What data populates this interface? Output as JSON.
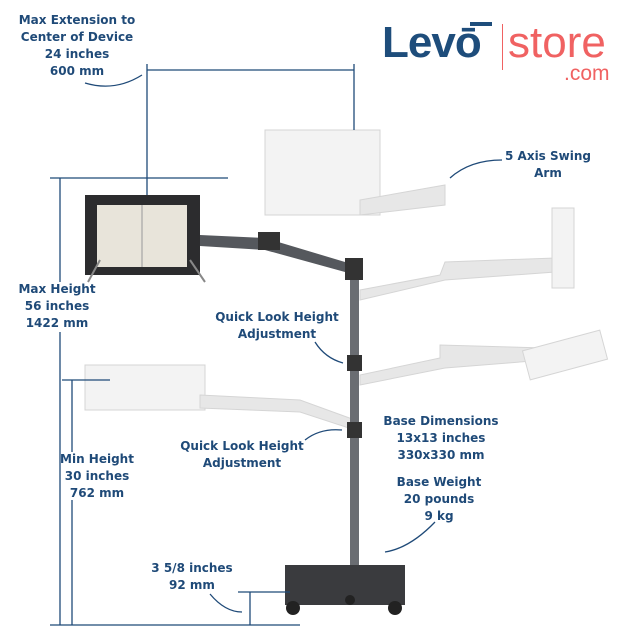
{
  "logo": {
    "brand": "Levō",
    "domain": "store",
    "tld": ".com",
    "colors": {
      "brand": "#1e4d7b",
      "accent": "#f06262"
    }
  },
  "label_color": "#1f4a78",
  "labels": {
    "max_extension": [
      "Max Extension to",
      "Center of Device",
      "24 inches",
      "600 mm"
    ],
    "swing_arm": [
      "5 Axis Swing",
      "Arm"
    ],
    "max_height": [
      "Max Height",
      "56 inches",
      "1422 mm"
    ],
    "quick_look_upper": [
      "Quick Look Height",
      "Adjustment"
    ],
    "quick_look_lower": [
      "Quick Look Height",
      "Adjustment"
    ],
    "base_dimensions": [
      "Base Dimensions",
      "13x13 inches",
      "330x330 mm"
    ],
    "base_weight": [
      "Base Weight",
      "20 pounds",
      "9 kg"
    ],
    "min_height": [
      "Min Height",
      "30 inches",
      "762 mm"
    ],
    "base_clearance": [
      "3 5/8 inches",
      "92 mm"
    ]
  }
}
